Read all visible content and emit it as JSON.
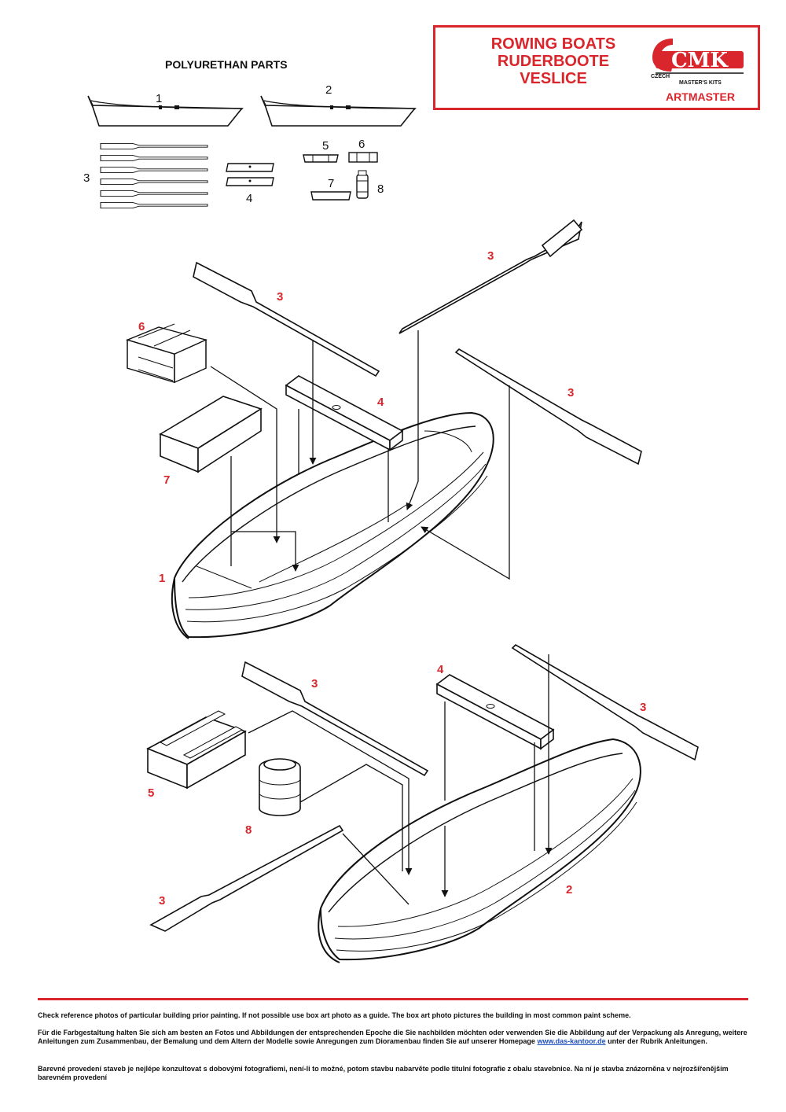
{
  "title": {
    "lines": [
      "ROWING BOATS",
      "RUDERBOOTE",
      "VESLICE"
    ],
    "logo_letters": "CMK",
    "logo_small_line1": "CZECH",
    "logo_small_line2": "MASTER'S KITS",
    "artmaster": "ARTMASTER"
  },
  "parts": {
    "heading": "POLYURETHAN PARTS",
    "labels": [
      "1",
      "2",
      "3",
      "4",
      "5",
      "6",
      "7",
      "8"
    ]
  },
  "assembly": {
    "upper": {
      "callouts": [
        "3",
        "3",
        "3",
        "6",
        "4",
        "7",
        "1"
      ]
    },
    "lower": {
      "callouts": [
        "3",
        "4",
        "3",
        "5",
        "8",
        "3",
        "2"
      ]
    }
  },
  "colors": {
    "accent": "#d9262c",
    "line": "#111111",
    "link": "#1f4fbf"
  },
  "notes": {
    "en": "Check reference photos of particular building prior painting. If not possible use box art photo as a guide. The box art photo pictures the building in most common paint scheme.",
    "de_main": "Für die Farbgestaltung halten Sie sich am besten an Fotos und Abbildungen der entsprechenden Epoche die Sie nachbilden möchten oder verwenden Sie die Abbildung auf der Verpackung als Anregung, weitere Anleitungen zum Zusammenbau, der Bemalung und dem Altern der Modelle sowie Anregungen zum Dioramenbau finden Sie auf unserer Homepage",
    "de_link": "www.das-kantoor.de",
    "de_tail": " unter der Rubrik Anleitungen.",
    "cz": "Barevné provedení staveb je nejlépe konzultovat s dobovými fotografiemi, není-li to možné, potom stavbu nabarvěte podle titulní fotografie z obalu stavebnice. Na ní je stavba znázorněna v nejrozšířenějším barevném provedení"
  }
}
